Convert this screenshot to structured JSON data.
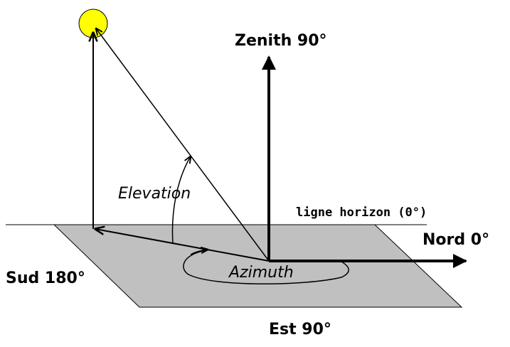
{
  "labels": {
    "zenith": "Zenith 90°",
    "horizon": "ligne horizon (0°)",
    "nord": "Nord 0°",
    "sud": "Sud 180°",
    "est": "Est 90°",
    "elevation": "Elevation",
    "azimuth": "Azimuth"
  },
  "colors": {
    "ground": "#c0c0c0",
    "sun": "#ffff00",
    "line": "#000000",
    "background": "#ffffff"
  }
}
